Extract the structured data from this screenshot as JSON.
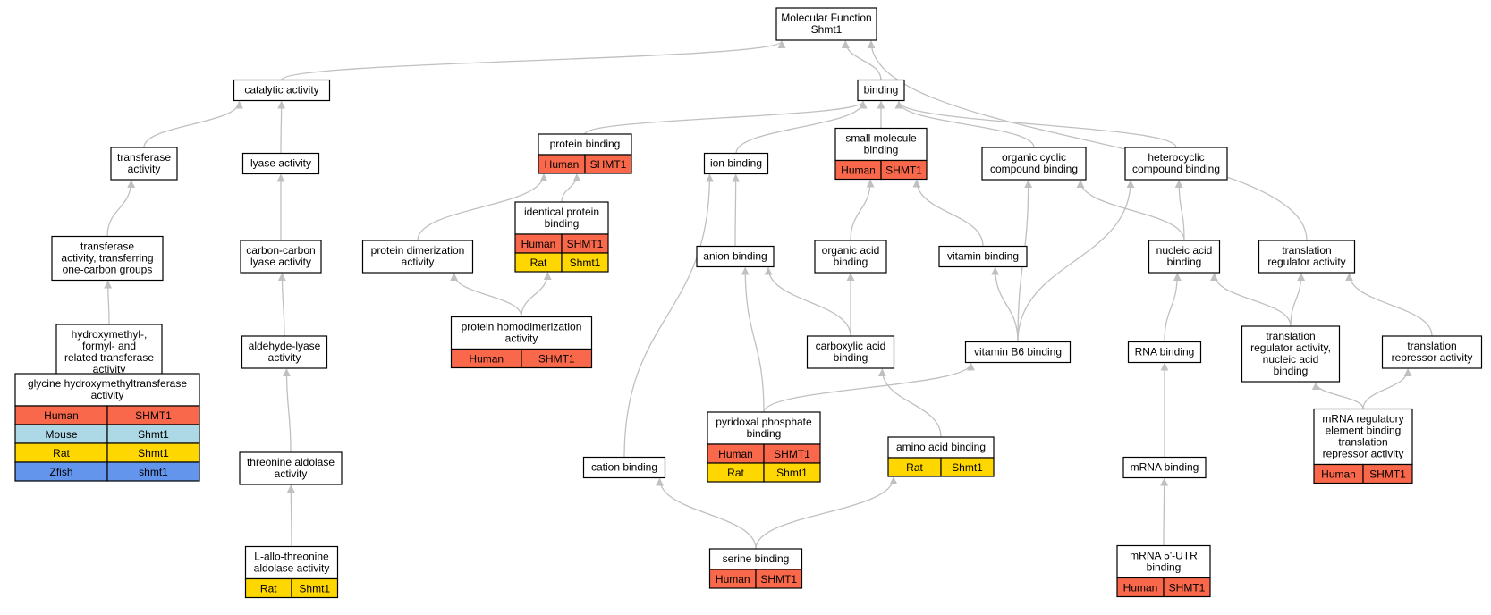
{
  "colors": {
    "edge": "#c0c0c0",
    "node_border": "#000000",
    "node_fill": "#ffffff",
    "species": {
      "Human": "#f9684a",
      "Mouse": "#add8e6",
      "Rat": "#ffd700",
      "Zfish": "#6495ed"
    }
  },
  "nodes": [
    {
      "id": "mf",
      "label": [
        "Molecular Function",
        "Shmt1"
      ],
      "rows": []
    },
    {
      "id": "catalytic",
      "label": [
        "catalytic activity"
      ],
      "rows": []
    },
    {
      "id": "binding",
      "label": [
        "binding"
      ],
      "rows": []
    },
    {
      "id": "transferase",
      "label": [
        "transferase",
        "activity"
      ],
      "rows": []
    },
    {
      "id": "lyase",
      "label": [
        "lyase activity"
      ],
      "rows": []
    },
    {
      "id": "protein_binding",
      "label": [
        "protein binding"
      ],
      "rows": [
        {
          "species": "Human",
          "gene": "SHMT1"
        }
      ]
    },
    {
      "id": "ion_binding",
      "label": [
        "ion binding"
      ],
      "rows": []
    },
    {
      "id": "small_molecule",
      "label": [
        "small molecule",
        "binding"
      ],
      "rows": [
        {
          "species": "Human",
          "gene": "SHMT1"
        }
      ]
    },
    {
      "id": "organic_cyclic",
      "label": [
        "organic cyclic",
        "compound binding"
      ],
      "rows": []
    },
    {
      "id": "heterocyclic",
      "label": [
        "heterocyclic",
        "compound binding"
      ],
      "rows": []
    },
    {
      "id": "transferase_onecarbon",
      "label": [
        "transferase",
        "activity, transferring",
        "one-carbon groups"
      ],
      "rows": []
    },
    {
      "id": "cc_lyase",
      "label": [
        "carbon-carbon",
        "lyase activity"
      ],
      "rows": []
    },
    {
      "id": "protein_dimerization",
      "label": [
        "protein dimerization",
        "activity"
      ],
      "rows": []
    },
    {
      "id": "identical_protein",
      "label": [
        "identical protein",
        "binding"
      ],
      "rows": [
        {
          "species": "Human",
          "gene": "SHMT1"
        },
        {
          "species": "Rat",
          "gene": "Shmt1"
        }
      ]
    },
    {
      "id": "anion_binding",
      "label": [
        "anion binding"
      ],
      "rows": []
    },
    {
      "id": "organic_acid",
      "label": [
        "organic acid",
        "binding"
      ],
      "rows": []
    },
    {
      "id": "vitamin_binding",
      "label": [
        "vitamin binding"
      ],
      "rows": []
    },
    {
      "id": "nucleic_acid",
      "label": [
        "nucleic acid",
        "binding"
      ],
      "rows": []
    },
    {
      "id": "translation_regulator",
      "label": [
        "translation",
        "regulator activity"
      ],
      "rows": []
    },
    {
      "id": "hydroxymethyl",
      "label": [
        "hydroxymethyl-,",
        "formyl- and",
        "related transferase",
        "activity"
      ],
      "rows": []
    },
    {
      "id": "aldehyde_lyase",
      "label": [
        "aldehyde-lyase",
        "activity"
      ],
      "rows": []
    },
    {
      "id": "protein_homodimerization",
      "label": [
        "protein homodimerization",
        "activity"
      ],
      "rows": [
        {
          "species": "Human",
          "gene": "SHMT1"
        }
      ]
    },
    {
      "id": "carboxylic_acid",
      "label": [
        "carboxylic acid",
        "binding"
      ],
      "rows": []
    },
    {
      "id": "vitamin_b6",
      "label": [
        "vitamin B6 binding"
      ],
      "rows": []
    },
    {
      "id": "rna_binding",
      "label": [
        "RNA binding"
      ],
      "rows": []
    },
    {
      "id": "trans_reg_nucleic",
      "label": [
        "translation",
        "regulator activity,",
        "nucleic acid",
        "binding"
      ],
      "rows": []
    },
    {
      "id": "translation_repressor",
      "label": [
        "translation",
        "repressor activity"
      ],
      "rows": []
    },
    {
      "id": "glycine_hmt",
      "label": [
        "glycine hydroxymethyltransferase",
        "activity"
      ],
      "rows": [
        {
          "species": "Human",
          "gene": "SHMT1"
        },
        {
          "species": "Mouse",
          "gene": "Shmt1"
        },
        {
          "species": "Rat",
          "gene": "Shmt1"
        },
        {
          "species": "Zfish",
          "gene": "shmt1"
        }
      ]
    },
    {
      "id": "threonine_aldolase",
      "label": [
        "threonine aldolase",
        "activity"
      ],
      "rows": []
    },
    {
      "id": "pyridoxal",
      "label": [
        "pyridoxal phosphate",
        "binding"
      ],
      "rows": [
        {
          "species": "Human",
          "gene": "SHMT1"
        },
        {
          "species": "Rat",
          "gene": "Shmt1"
        }
      ]
    },
    {
      "id": "amino_acid",
      "label": [
        "amino acid binding"
      ],
      "rows": [
        {
          "species": "Rat",
          "gene": "Shmt1"
        }
      ]
    },
    {
      "id": "cation_binding",
      "label": [
        "cation binding"
      ],
      "rows": []
    },
    {
      "id": "mrna_binding",
      "label": [
        "mRNA binding"
      ],
      "rows": []
    },
    {
      "id": "mrna_regulatory",
      "label": [
        "mRNA regulatory",
        "element binding",
        "translation",
        "repressor activity"
      ],
      "rows": [
        {
          "species": "Human",
          "gene": "SHMT1"
        }
      ]
    },
    {
      "id": "l_allo_threonine",
      "label": [
        "L-allo-threonine",
        "aldolase activity"
      ],
      "rows": [
        {
          "species": "Rat",
          "gene": "Shmt1"
        }
      ]
    },
    {
      "id": "serine_binding",
      "label": [
        "serine binding"
      ],
      "rows": [
        {
          "species": "Human",
          "gene": "SHMT1"
        }
      ]
    },
    {
      "id": "mrna_5utr",
      "label": [
        "mRNA 5'-UTR",
        "binding"
      ],
      "rows": [
        {
          "species": "Human",
          "gene": "SHMT1"
        }
      ]
    }
  ],
  "edges": [
    {
      "from": "catalytic",
      "to": "mf"
    },
    {
      "from": "binding",
      "to": "mf"
    },
    {
      "from": "translation_regulator",
      "to": "mf"
    },
    {
      "from": "transferase",
      "to": "catalytic"
    },
    {
      "from": "lyase",
      "to": "catalytic"
    },
    {
      "from": "protein_binding",
      "to": "binding"
    },
    {
      "from": "ion_binding",
      "to": "binding"
    },
    {
      "from": "small_molecule",
      "to": "binding"
    },
    {
      "from": "organic_cyclic",
      "to": "binding"
    },
    {
      "from": "heterocyclic",
      "to": "binding"
    },
    {
      "from": "transferase_onecarbon",
      "to": "transferase"
    },
    {
      "from": "hydroxymethyl",
      "to": "transferase_onecarbon"
    },
    {
      "from": "glycine_hmt",
      "to": "hydroxymethyl"
    },
    {
      "from": "cc_lyase",
      "to": "lyase"
    },
    {
      "from": "aldehyde_lyase",
      "to": "cc_lyase"
    },
    {
      "from": "threonine_aldolase",
      "to": "aldehyde_lyase"
    },
    {
      "from": "l_allo_threonine",
      "to": "threonine_aldolase"
    },
    {
      "from": "protein_dimerization",
      "to": "protein_binding"
    },
    {
      "from": "identical_protein",
      "to": "protein_binding"
    },
    {
      "from": "protein_homodimerization",
      "to": "protein_dimerization"
    },
    {
      "from": "protein_homodimerization",
      "to": "identical_protein"
    },
    {
      "from": "anion_binding",
      "to": "ion_binding"
    },
    {
      "from": "cation_binding",
      "to": "ion_binding"
    },
    {
      "from": "organic_acid",
      "to": "small_molecule"
    },
    {
      "from": "vitamin_binding",
      "to": "small_molecule"
    },
    {
      "from": "carboxylic_acid",
      "to": "anion_binding"
    },
    {
      "from": "carboxylic_acid",
      "to": "organic_acid"
    },
    {
      "from": "pyridoxal",
      "to": "anion_binding"
    },
    {
      "from": "pyridoxal",
      "to": "vitamin_b6"
    },
    {
      "from": "vitamin_b6",
      "to": "vitamin_binding"
    },
    {
      "from": "vitamin_b6",
      "to": "organic_cyclic"
    },
    {
      "from": "vitamin_b6",
      "to": "heterocyclic"
    },
    {
      "from": "nucleic_acid",
      "to": "organic_cyclic"
    },
    {
      "from": "nucleic_acid",
      "to": "heterocyclic"
    },
    {
      "from": "amino_acid",
      "to": "carboxylic_acid"
    },
    {
      "from": "serine_binding",
      "to": "amino_acid"
    },
    {
      "from": "serine_binding",
      "to": "cation_binding"
    },
    {
      "from": "rna_binding",
      "to": "nucleic_acid"
    },
    {
      "from": "mrna_binding",
      "to": "rna_binding"
    },
    {
      "from": "mrna_5utr",
      "to": "mrna_binding"
    },
    {
      "from": "trans_reg_nucleic",
      "to": "nucleic_acid"
    },
    {
      "from": "trans_reg_nucleic",
      "to": "translation_regulator"
    },
    {
      "from": "translation_repressor",
      "to": "translation_regulator"
    },
    {
      "from": "mrna_regulatory",
      "to": "trans_reg_nucleic"
    },
    {
      "from": "mrna_regulatory",
      "to": "translation_repressor"
    }
  ]
}
